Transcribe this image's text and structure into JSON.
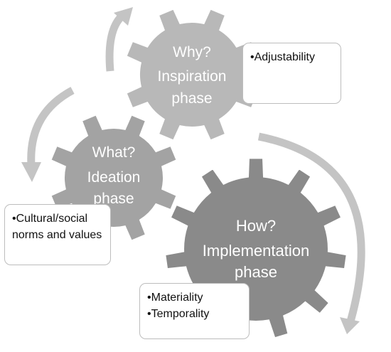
{
  "colors": {
    "gear_why": "#b8b8b8",
    "gear_what": "#a3a3a3",
    "gear_how": "#8a8a8a",
    "arrow": "#c4c4c4",
    "gear_text": "#ffffff"
  },
  "gears": [
    {
      "id": "why",
      "question": "Why?",
      "phase_line1": "Inspiration",
      "phase_line2": "phase"
    },
    {
      "id": "what",
      "question": "What?",
      "phase_line1": "Ideation",
      "phase_line2": "phase"
    },
    {
      "id": "how",
      "question": "How?",
      "phase_line1": "Implementation",
      "phase_line2": "phase"
    }
  ],
  "notes": {
    "why": [
      "Adjustability"
    ],
    "what": [
      "Cultural/social norms and values"
    ],
    "how": [
      "Materiality",
      "Temporality"
    ]
  }
}
